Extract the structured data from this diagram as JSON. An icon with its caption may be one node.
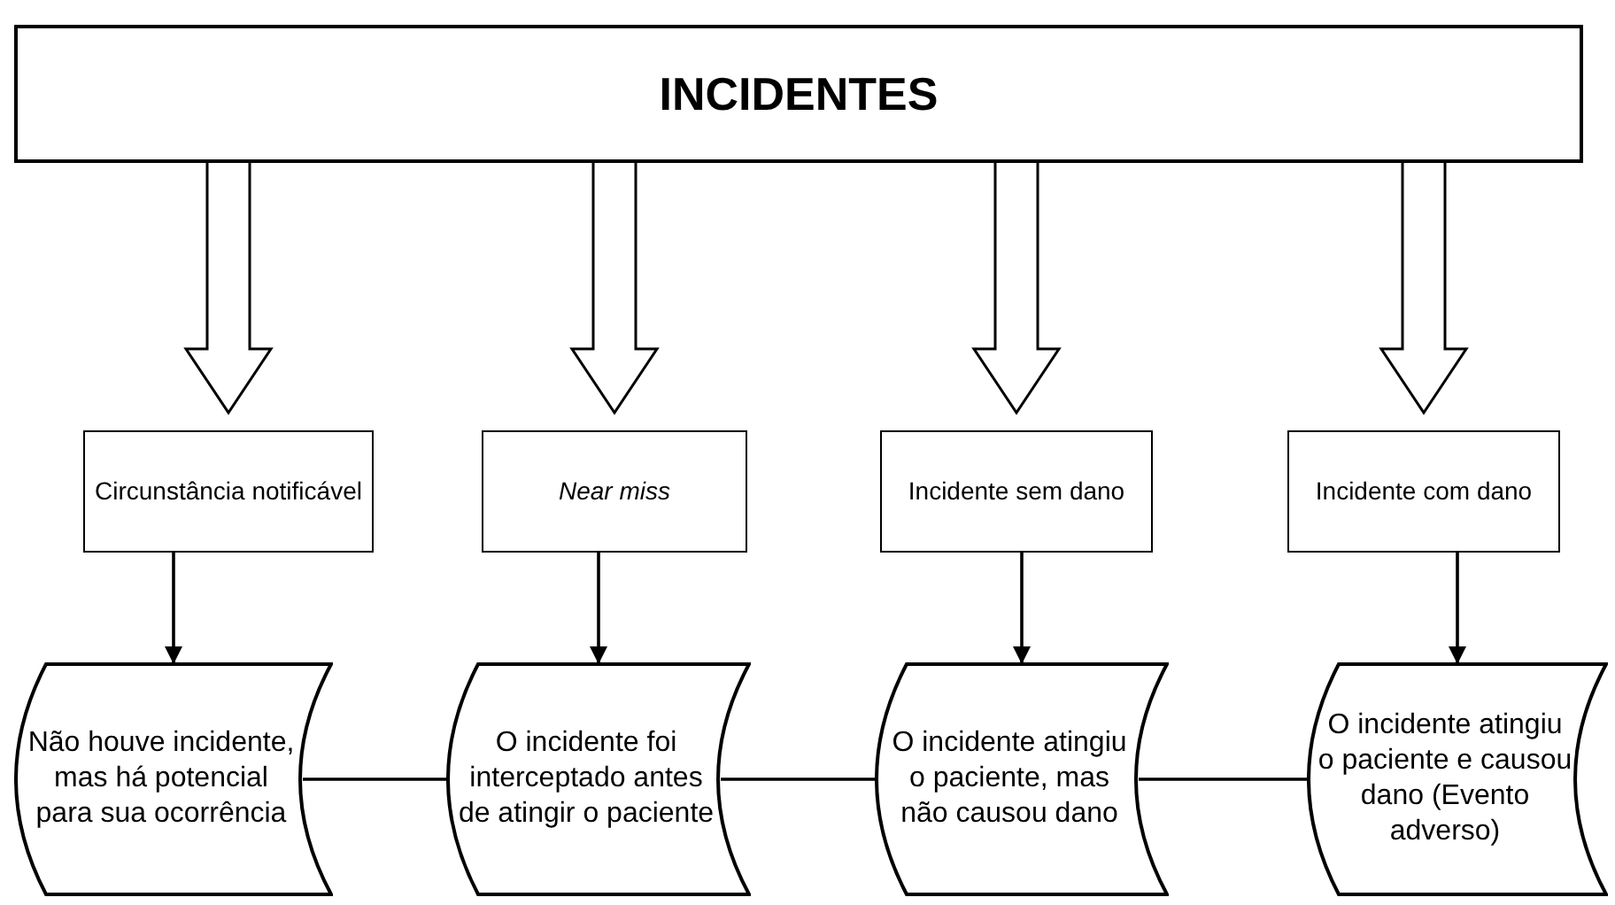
{
  "diagram": {
    "nodes": [
      {
        "text": [
          "INCIDENTES"
        ]
      },
      {
        "text": [
          "Circunstância notificável"
        ]
      },
      {
        "text": [
          "Near miss"
        ]
      },
      {
        "text": [
          "Incidente sem dano"
        ]
      },
      {
        "text": [
          "Incidente com dano"
        ]
      },
      {
        "text": [
          "Não houve incidente, mas há potencial para sua ocorrência"
        ]
      },
      {
        "text": [
          "O incidente foi interceptado antes de atingir o paciente"
        ]
      },
      {
        "text": [
          "O incidente atingiu o paciente, mas não causou dano"
        ]
      },
      {
        "text": [
          "O incidente atingiu o paciente e causou dano (Evento adverso)"
        ]
      }
    ],
    "edges": [
      {
        "from": 0,
        "to": 1,
        "arrow": "to",
        "style": "thick"
      },
      {
        "from": 0,
        "to": 2,
        "arrow": "to",
        "style": "thick"
      },
      {
        "from": 0,
        "to": 3,
        "arrow": "to",
        "style": "thick"
      },
      {
        "from": 0,
        "to": 4,
        "arrow": "to",
        "style": "thick"
      },
      {
        "from": 1,
        "to": 5,
        "arrow": "to"
      },
      {
        "from": 2,
        "to": 6,
        "arrow": "to"
      },
      {
        "from": 3,
        "to": 7,
        "arrow": "to"
      },
      {
        "from": 4,
        "to": 8,
        "arrow": "to"
      },
      {
        "from": 5,
        "to": 6,
        "arrow": "none"
      },
      {
        "from": 6,
        "to": 7,
        "arrow": "none"
      },
      {
        "from": 7,
        "to": 8,
        "arrow": "none"
      }
    ]
  }
}
